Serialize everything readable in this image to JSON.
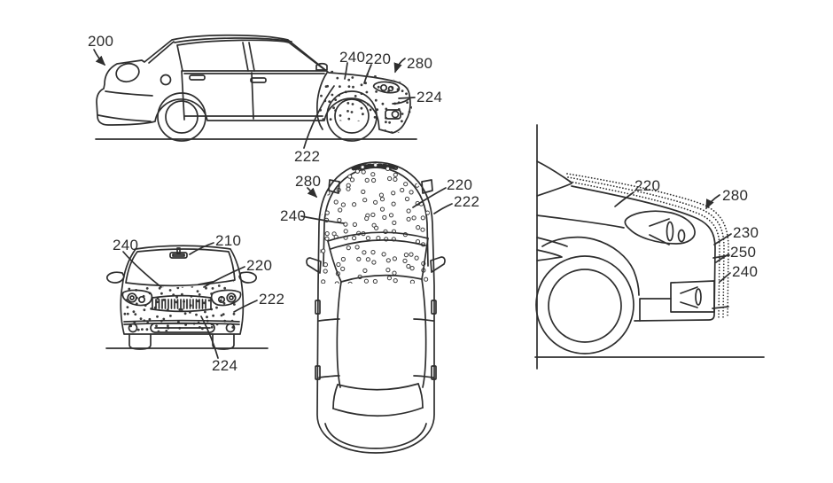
{
  "figure": {
    "type": "patent-line-drawing",
    "background": "#ffffff",
    "ink_color": "#2e2e2e",
    "views": {
      "side": "vehicle side elevation with deployed external airbag over front end",
      "front": "vehicle front elevation with deployed external airbag",
      "top": "vehicle plan view with deployed external airbag over hood",
      "detail": "enlarged front-quarter section showing airbag layers"
    },
    "labels": {
      "side": {
        "n200": "200",
        "n240": "240",
        "n220": "220",
        "n280": "280",
        "n224": "224",
        "n222": "222"
      },
      "front": {
        "n240": "240",
        "n210": "210",
        "n220": "220",
        "n222": "222",
        "n224": "224"
      },
      "top": {
        "n280": "280",
        "n240": "240",
        "n220": "220",
        "n222": "222"
      },
      "detail": {
        "n220": "220",
        "n280": "280",
        "n230": "230",
        "n250": "250",
        "n240": "240"
      }
    }
  }
}
